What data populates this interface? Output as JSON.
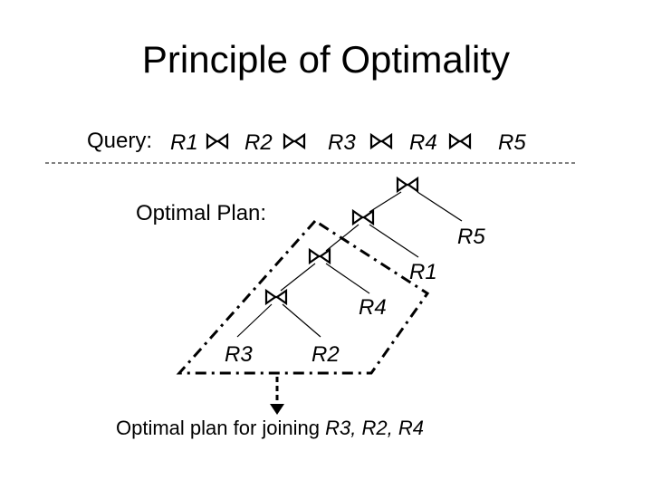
{
  "title": "Principle of Optimality",
  "query": {
    "label": "Query:",
    "relations": [
      "R1",
      "R2",
      "R3",
      "R4",
      "R5"
    ],
    "join_icon": "bowtie-join-icon"
  },
  "plan": {
    "label": "Optimal Plan:",
    "leaves": {
      "r5": "R5",
      "r1": "R1",
      "r4": "R4",
      "r3": "R3",
      "r2": "R2"
    }
  },
  "caption": {
    "prefix": "Optimal plan for joining ",
    "relations": "R3, R2, R4"
  }
}
